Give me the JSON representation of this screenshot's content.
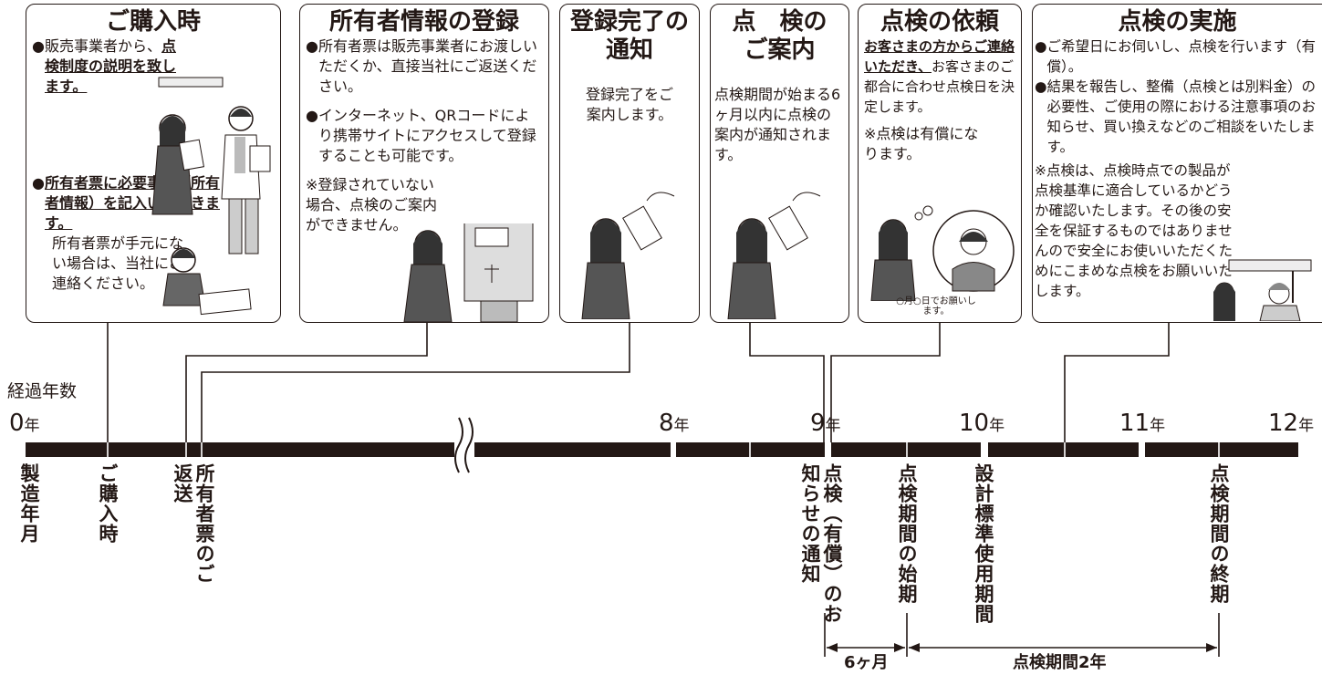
{
  "boxes": {
    "purchase": {
      "title": "ご購入時",
      "b1_plain": "販売事業者から、",
      "b1_bold": "点検制度の説明を致します。",
      "b2_bold": "所有者票に必要事項（所有者情報）を記入いただきます。",
      "b2_plain": "所有者票が手元にない場合は、当社にご連絡ください。"
    },
    "register": {
      "title": "所有者情報の登録",
      "b1": "所有者票は販売事業者にお渡しいただくか、直接当社にご返送ください。",
      "b2": "インターネット、QRコードにより携帯サイトにアクセスして登録することも可能です。",
      "note": "※登録されていない場合、点検のご案内ができません。"
    },
    "complete": {
      "title": "登録完了の通知",
      "body": "登録完了をご案内します。"
    },
    "guide": {
      "title": "点　検のご案内",
      "body": "点検期間が始まる6ヶ月以内に点検の案内が通知されます。"
    },
    "request": {
      "title": "点検の依頼",
      "bold": "お客さまの方からご連絡いただき、",
      "plain": "お客さまのご都合に合わせ点検日を決定します。",
      "note": "※点検は有償になります。",
      "speech": "○月○日でお願いします。"
    },
    "execute": {
      "title": "点検の実施",
      "b1": "ご希望日にお伺いし、点検を行います（有償）。",
      "b2": "結果を報告し、整備（点検とは別料金）の必要性、ご使用の際における注意事項のお知らせ、買い換えなどのご相談をいたします。",
      "note": "※点検は、点検時点での製品が点検基準に適合しているかどうか確認いたします。その後の安全を保証するものではありませんので安全にお使いいただくためにこまめな点検をお願いいたします。"
    }
  },
  "bullet": "●",
  "timeline": {
    "axis_label": "経過年数",
    "years": [
      {
        "num": "0",
        "unit": "年"
      },
      {
        "num": "8",
        "unit": "年"
      },
      {
        "num": "9",
        "unit": "年"
      },
      {
        "num": "10",
        "unit": "年"
      },
      {
        "num": "11",
        "unit": "年"
      },
      {
        "num": "12",
        "unit": "年"
      }
    ],
    "events": {
      "manufacture": "製造年月",
      "purchase": "ご購入時",
      "return": "所有者票のご返送",
      "notify": "点検（有償）のお知らせの通知",
      "start": "点検期間の始期",
      "design": "設計標準使用期間",
      "end": "点検期間の終期"
    },
    "span_6m": "6ヶ月",
    "span_2y": "点検期間2年"
  }
}
